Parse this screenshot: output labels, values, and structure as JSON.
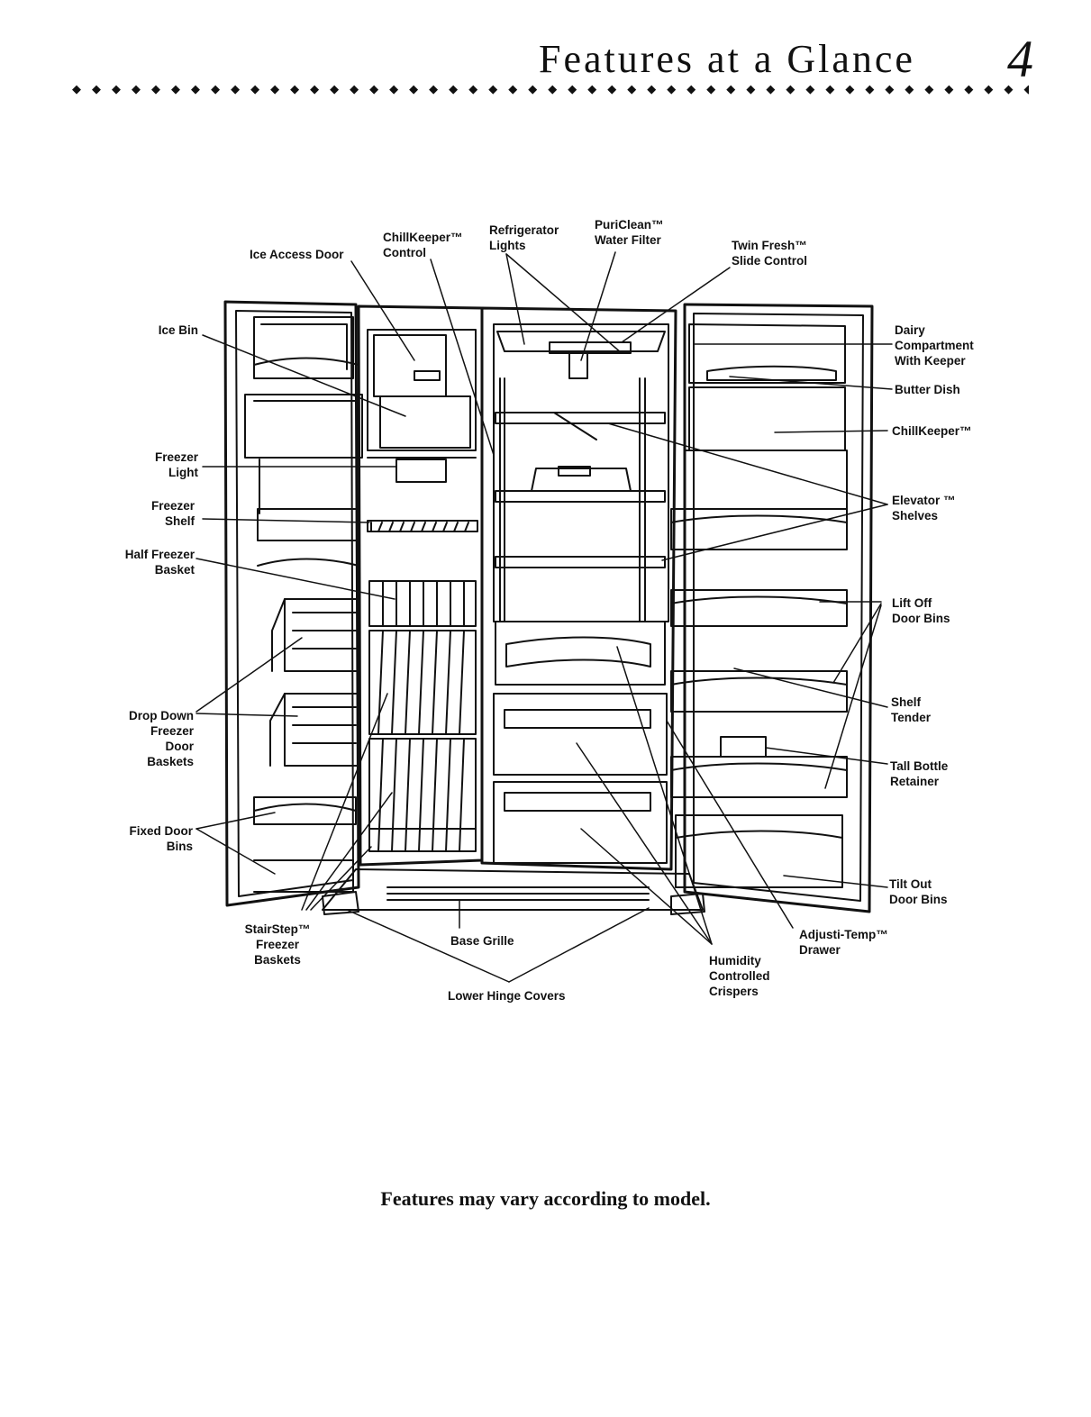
{
  "header": {
    "title": "Features at a Glance",
    "page_number": "4",
    "dot_rule": "◆ ◆ ◆ ◆ ◆ ◆ ◆ ◆ ◆ ◆ ◆ ◆ ◆ ◆ ◆ ◆ ◆ ◆ ◆ ◆ ◆ ◆ ◆ ◆ ◆ ◆ ◆ ◆ ◆ ◆ ◆ ◆ ◆ ◆ ◆ ◆ ◆ ◆ ◆ ◆ ◆ ◆ ◆ ◆ ◆ ◆ ◆ ◆ ◆ ◆ ◆ ◆ ◆ ◆ ◆ ◆ ◆ ◆ ◆ ◆ ◆ ◆ ◆ ◆ ◆ ◆ ◆ ◆ ◆ ◆ ◆ ◆ ◆ ◆ ◆ ◆ ◆ ◆ ◆ ◆"
  },
  "labels": {
    "ice_access_door": "Ice Access Door",
    "chillkeeper_control": [
      "ChillKeeper™",
      "Control"
    ],
    "refrigerator_lights": [
      "Refrigerator",
      "Lights"
    ],
    "puriclean_water_filter": [
      "PuriClean™",
      "Water Filter"
    ],
    "twin_fresh_slide_control": [
      "Twin Fresh™",
      "Slide Control"
    ],
    "ice_bin": "Ice Bin",
    "freezer_light": [
      "Freezer",
      "Light"
    ],
    "freezer_shelf": [
      "Freezer",
      "Shelf"
    ],
    "half_freezer_basket": [
      "Half Freezer",
      "Basket"
    ],
    "drop_down_freezer_door_baskets": [
      "Drop Down",
      "Freezer",
      "Door",
      "Baskets"
    ],
    "fixed_door_bins": [
      "Fixed Door",
      "Bins"
    ],
    "stairstep_freezer_baskets": [
      "StairStep™",
      "Freezer",
      "Baskets"
    ],
    "base_grille": "Base Grille",
    "lower_hinge_covers": "Lower Hinge Covers",
    "humidity_controlled_crispers": [
      "Humidity",
      "Controlled",
      "Crispers"
    ],
    "adjusti_temp_drawer": [
      "Adjusti-Temp™",
      "Drawer"
    ],
    "dairy_compartment_with_keeper": [
      "Dairy",
      "Compartment",
      "With Keeper"
    ],
    "butter_dish": "Butter Dish",
    "chillkeeper": "ChillKeeper™",
    "elevator_shelves": [
      "Elevator ™",
      "Shelves"
    ],
    "lift_off_door_bins": [
      "Lift Off",
      "Door Bins"
    ],
    "shelf_tender": [
      "Shelf",
      "Tender"
    ],
    "tall_bottle_retainer": [
      "Tall Bottle",
      "Retainer"
    ],
    "tilt_out_door_bins": [
      "Tilt Out",
      "Door Bins"
    ]
  },
  "footer": {
    "note": "Features may vary according to model."
  }
}
